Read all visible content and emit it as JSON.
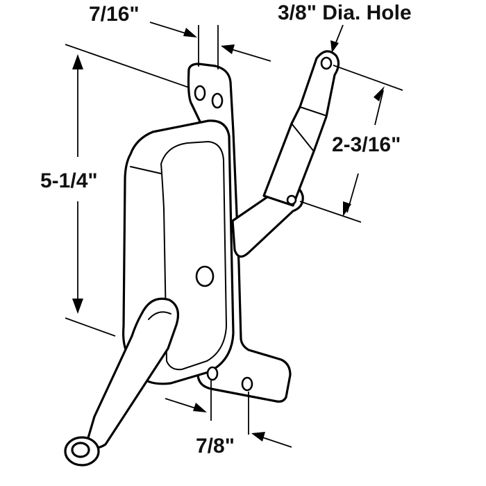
{
  "dimensions": {
    "width_top": "7/16\"",
    "hole_diameter": "3/8\" Dia. Hole",
    "arm_length": "2-3/16\"",
    "height": "5-1/4\"",
    "width_bottom": "7/8\""
  },
  "colors": {
    "line": "#000000",
    "background": "#ffffff"
  }
}
